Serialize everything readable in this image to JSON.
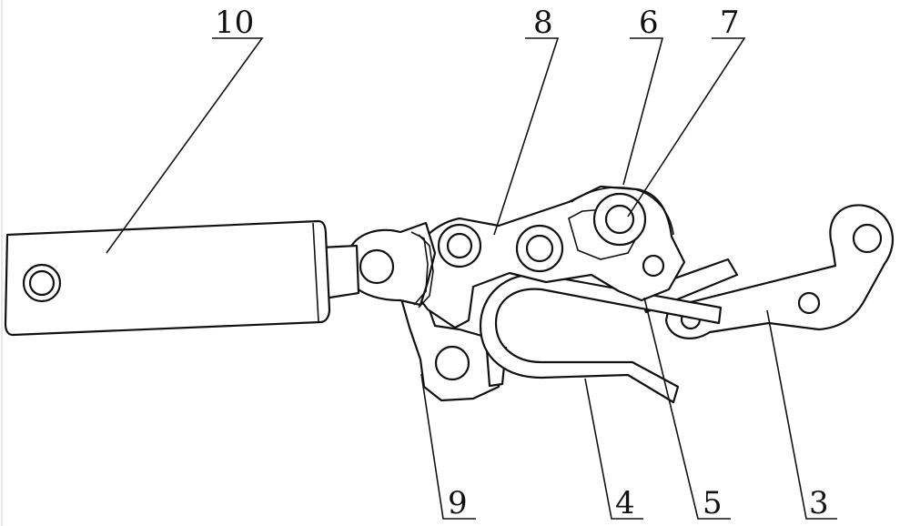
{
  "labels": {
    "part_10": "10",
    "part_8": "8",
    "part_6": "6",
    "part_7": "7",
    "part_9": "9",
    "part_4": "4",
    "part_5": "5",
    "part_3": "3"
  }
}
